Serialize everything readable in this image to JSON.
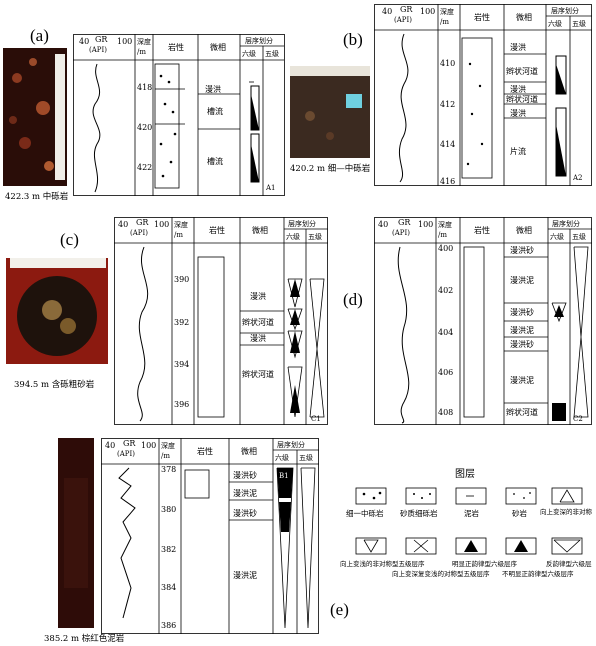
{
  "panels": {
    "a": {
      "label": "(a)",
      "caption": "422.3 m 中砾岩",
      "depths": [
        "418",
        "420",
        "422"
      ],
      "facies": [
        "漫洪",
        "槽流",
        "槽流"
      ],
      "tag": "A1",
      "photo2_caption": "420.2 m 细—中砾岩"
    },
    "b": {
      "label": "(b)",
      "depths": [
        "410",
        "412",
        "414",
        "416"
      ],
      "facies": [
        "漫洪",
        "辫状河道",
        "漫洪",
        "辫状河道",
        "漫洪",
        "片流"
      ],
      "tag": "A2"
    },
    "c": {
      "label": "(c)",
      "caption": "394.5 m 含砾粗砂岩",
      "depths": [
        "390",
        "392",
        "394",
        "396"
      ],
      "facies": [
        "漫洪",
        "辫状河道",
        "漫洪",
        "辫状河道"
      ],
      "tag": "C1"
    },
    "d": {
      "label": "(d)",
      "depths": [
        "400",
        "402",
        "404",
        "406",
        "408"
      ],
      "facies": [
        "漫洪砂",
        "漫洪泥",
        "漫洪砂",
        "漫洪泥",
        "漫洪砂",
        "漫洪泥",
        "辫状河道"
      ],
      "tag": "C2"
    },
    "e": {
      "label": "(e)",
      "caption": "385.2 m 棕红色泥岩",
      "depths": [
        "378",
        "380",
        "382",
        "384",
        "386"
      ],
      "facies": [
        "漫洪砂",
        "漫洪泥",
        "漫洪砂",
        "漫洪泥"
      ],
      "tag": "B1"
    }
  },
  "header": {
    "gr": "GR",
    "api": "(API)",
    "gr_min": "40",
    "gr_max": "100",
    "depth": "深度",
    "depth_unit": "/m",
    "lith": "岩性",
    "facies": "微相",
    "seq": "层序划分",
    "seq6": "六级",
    "seq5": "五级"
  },
  "legend": {
    "title": "图层",
    "items": [
      "细一中砾岩",
      "砂质细砾岩",
      "泥岩",
      "砂岩",
      "向上变深的非对称型五级层序",
      "向上变浅的非对称型五级层序",
      "向上变深复变浅的对称型五级层序",
      "明显正韵律型六级层序",
      "不明显正韵律型六级层序",
      "反韵律型六级层序"
    ]
  },
  "colors": {
    "ink": "#000000",
    "photo_dark": "#2a0d08",
    "photo_red": "#8c1a10",
    "photo_brown": "#3b2a20"
  }
}
